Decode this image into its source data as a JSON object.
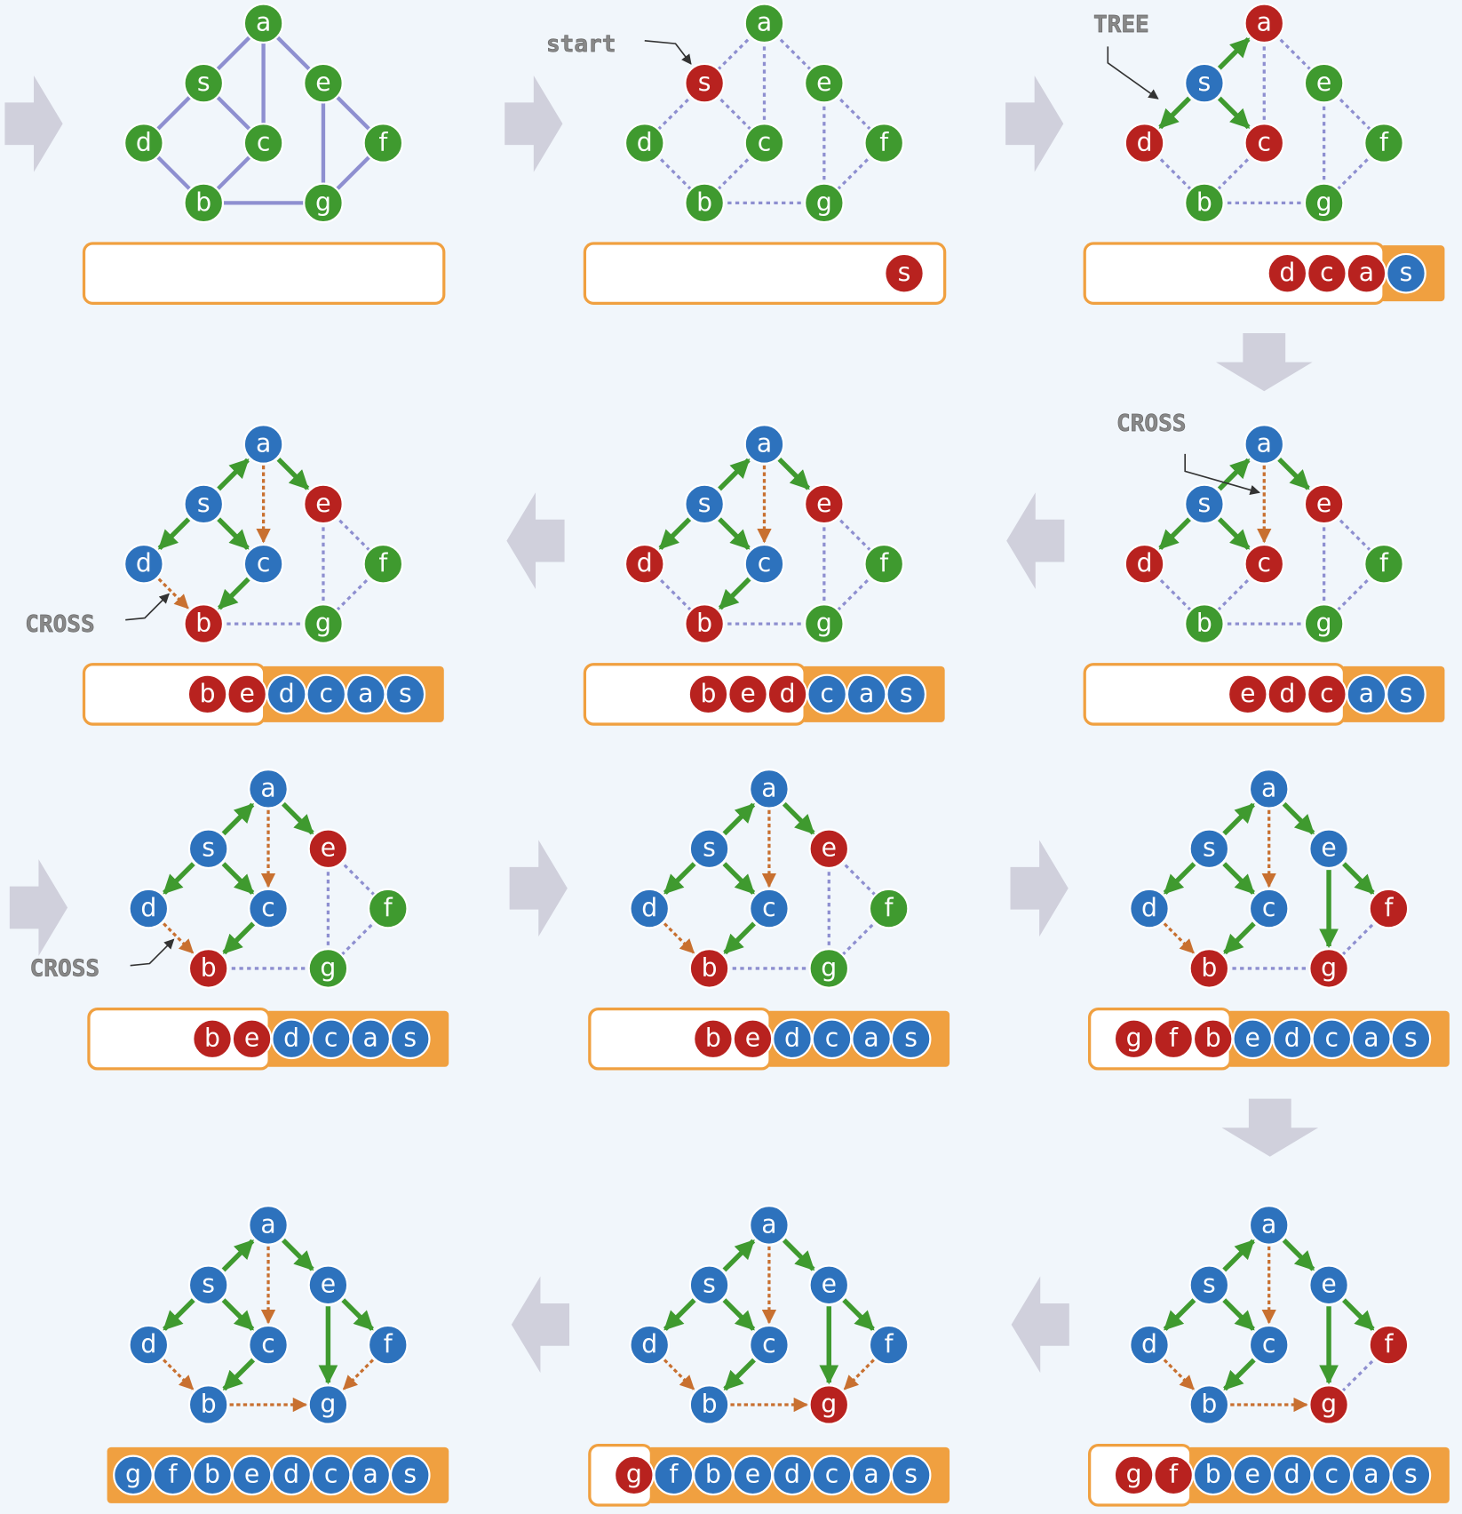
{
  "colors": {
    "unvisited": "#3f9a2f",
    "frontier": "#b8221f",
    "visited": "#2d72bd",
    "queue_border": "#f0a040",
    "queue_fill": "#f0a040",
    "tree_edge": "#3f9a2f",
    "cross_edge": "#c87030",
    "graph_edge": "#8e8fd0",
    "arrow": "#d0d0dc"
  },
  "node_labels": [
    "a",
    "s",
    "e",
    "d",
    "c",
    "f",
    "b",
    "g"
  ],
  "edges": [
    [
      "a",
      "s"
    ],
    [
      "a",
      "c"
    ],
    [
      "a",
      "e"
    ],
    [
      "s",
      "d"
    ],
    [
      "s",
      "c"
    ],
    [
      "d",
      "b"
    ],
    [
      "c",
      "b"
    ],
    [
      "b",
      "g"
    ],
    [
      "e",
      "g"
    ],
    [
      "e",
      "f"
    ],
    [
      "f",
      "g"
    ]
  ],
  "annotations": {
    "start": "start",
    "tree": "TREE",
    "cross": "CROSS"
  },
  "panels": [
    {
      "step": 1,
      "style": "plain",
      "nodes": {
        "a": "unvisited",
        "s": "unvisited",
        "e": "unvisited",
        "d": "unvisited",
        "c": "unvisited",
        "f": "unvisited",
        "b": "unvisited",
        "g": "unvisited"
      },
      "tree": [],
      "cross": [],
      "queue": []
    },
    {
      "step": 2,
      "annotation": "start",
      "nodes": {
        "a": "unvisited",
        "s": "frontier",
        "e": "unvisited",
        "d": "unvisited",
        "c": "unvisited",
        "f": "unvisited",
        "b": "unvisited",
        "g": "unvisited"
      },
      "tree": [],
      "cross": [],
      "queue": [
        [
          "s",
          "frontier"
        ]
      ]
    },
    {
      "step": 3,
      "annotation": "tree",
      "nodes": {
        "a": "frontier",
        "s": "visited",
        "e": "unvisited",
        "d": "frontier",
        "c": "frontier",
        "f": "unvisited",
        "b": "unvisited",
        "g": "unvisited"
      },
      "tree": [
        [
          "s",
          "a"
        ],
        [
          "s",
          "d"
        ],
        [
          "s",
          "c"
        ]
      ],
      "cross": [],
      "queue": [
        [
          "d",
          "frontier"
        ],
        [
          "c",
          "frontier"
        ],
        [
          "a",
          "frontier"
        ],
        [
          "s",
          "visited"
        ]
      ]
    },
    {
      "step": 6,
      "annotation": "cross",
      "nodes": {
        "a": "visited",
        "s": "visited",
        "e": "frontier",
        "d": "visited",
        "c": "visited",
        "f": "unvisited",
        "b": "frontier",
        "g": "unvisited"
      },
      "tree": [
        [
          "s",
          "a"
        ],
        [
          "s",
          "d"
        ],
        [
          "s",
          "c"
        ],
        [
          "a",
          "e"
        ],
        [
          "c",
          "b"
        ]
      ],
      "cross": [
        [
          "a",
          "c"
        ],
        [
          "d",
          "b"
        ]
      ],
      "queue": [
        [
          "b",
          "frontier"
        ],
        [
          "e",
          "frontier"
        ],
        [
          "d",
          "visited"
        ],
        [
          "c",
          "visited"
        ],
        [
          "a",
          "visited"
        ],
        [
          "s",
          "visited"
        ]
      ]
    },
    {
      "step": 5,
      "nodes": {
        "a": "visited",
        "s": "visited",
        "e": "frontier",
        "d": "frontier",
        "c": "visited",
        "f": "unvisited",
        "b": "frontier",
        "g": "unvisited"
      },
      "tree": [
        [
          "s",
          "a"
        ],
        [
          "s",
          "d"
        ],
        [
          "s",
          "c"
        ],
        [
          "a",
          "e"
        ],
        [
          "c",
          "b"
        ]
      ],
      "cross": [
        [
          "a",
          "c"
        ]
      ],
      "queue": [
        [
          "b",
          "frontier"
        ],
        [
          "e",
          "frontier"
        ],
        [
          "d",
          "frontier"
        ],
        [
          "c",
          "visited"
        ],
        [
          "a",
          "visited"
        ],
        [
          "s",
          "visited"
        ]
      ]
    },
    {
      "step": 4,
      "annotation": "cross",
      "nodes": {
        "a": "visited",
        "s": "visited",
        "e": "frontier",
        "d": "frontier",
        "c": "frontier",
        "f": "unvisited",
        "b": "unvisited",
        "g": "unvisited"
      },
      "tree": [
        [
          "s",
          "a"
        ],
        [
          "s",
          "d"
        ],
        [
          "s",
          "c"
        ],
        [
          "a",
          "e"
        ]
      ],
      "cross": [
        [
          "a",
          "c"
        ]
      ],
      "queue": [
        [
          "e",
          "frontier"
        ],
        [
          "d",
          "frontier"
        ],
        [
          "c",
          "frontier"
        ],
        [
          "a",
          "visited"
        ],
        [
          "s",
          "visited"
        ]
      ]
    },
    {
      "step": 7,
      "annotation": "cross",
      "nodes": {
        "a": "visited",
        "s": "visited",
        "e": "frontier",
        "d": "visited",
        "c": "visited",
        "f": "unvisited",
        "b": "frontier",
        "g": "unvisited"
      },
      "tree": [
        [
          "s",
          "a"
        ],
        [
          "s",
          "d"
        ],
        [
          "s",
          "c"
        ],
        [
          "a",
          "e"
        ],
        [
          "c",
          "b"
        ]
      ],
      "cross": [
        [
          "a",
          "c"
        ],
        [
          "d",
          "b"
        ]
      ],
      "queue": [
        [
          "b",
          "frontier"
        ],
        [
          "e",
          "frontier"
        ],
        [
          "d",
          "visited"
        ],
        [
          "c",
          "visited"
        ],
        [
          "a",
          "visited"
        ],
        [
          "s",
          "visited"
        ]
      ]
    },
    {
      "step": 8,
      "nodes": {
        "a": "visited",
        "s": "visited",
        "e": "frontier",
        "d": "visited",
        "c": "visited",
        "f": "unvisited",
        "b": "frontier",
        "g": "unvisited"
      },
      "tree": [
        [
          "s",
          "a"
        ],
        [
          "s",
          "d"
        ],
        [
          "s",
          "c"
        ],
        [
          "a",
          "e"
        ],
        [
          "c",
          "b"
        ]
      ],
      "cross": [
        [
          "a",
          "c"
        ],
        [
          "d",
          "b"
        ]
      ],
      "queue": [
        [
          "b",
          "frontier"
        ],
        [
          "e",
          "frontier"
        ],
        [
          "d",
          "visited"
        ],
        [
          "c",
          "visited"
        ],
        [
          "a",
          "visited"
        ],
        [
          "s",
          "visited"
        ]
      ]
    },
    {
      "step": 9,
      "nodes": {
        "a": "visited",
        "s": "visited",
        "e": "visited",
        "d": "visited",
        "c": "visited",
        "f": "frontier",
        "b": "frontier",
        "g": "frontier"
      },
      "tree": [
        [
          "s",
          "a"
        ],
        [
          "s",
          "d"
        ],
        [
          "s",
          "c"
        ],
        [
          "a",
          "e"
        ],
        [
          "c",
          "b"
        ],
        [
          "e",
          "g"
        ],
        [
          "e",
          "f"
        ]
      ],
      "cross": [
        [
          "a",
          "c"
        ],
        [
          "d",
          "b"
        ]
      ],
      "queue": [
        [
          "g",
          "frontier"
        ],
        [
          "f",
          "frontier"
        ],
        [
          "b",
          "frontier"
        ],
        [
          "e",
          "visited"
        ],
        [
          "d",
          "visited"
        ],
        [
          "c",
          "visited"
        ],
        [
          "a",
          "visited"
        ],
        [
          "s",
          "visited"
        ]
      ]
    },
    {
      "step": 12,
      "nodes": {
        "a": "visited",
        "s": "visited",
        "e": "visited",
        "d": "visited",
        "c": "visited",
        "f": "visited",
        "b": "visited",
        "g": "visited"
      },
      "tree": [
        [
          "s",
          "a"
        ],
        [
          "s",
          "d"
        ],
        [
          "s",
          "c"
        ],
        [
          "a",
          "e"
        ],
        [
          "c",
          "b"
        ],
        [
          "e",
          "g"
        ],
        [
          "e",
          "f"
        ]
      ],
      "cross": [
        [
          "a",
          "c"
        ],
        [
          "d",
          "b"
        ],
        [
          "b",
          "g"
        ],
        [
          "f",
          "g"
        ]
      ],
      "queue": [
        [
          "g",
          "visited"
        ],
        [
          "f",
          "visited"
        ],
        [
          "b",
          "visited"
        ],
        [
          "e",
          "visited"
        ],
        [
          "d",
          "visited"
        ],
        [
          "c",
          "visited"
        ],
        [
          "a",
          "visited"
        ],
        [
          "s",
          "visited"
        ]
      ]
    },
    {
      "step": 11,
      "nodes": {
        "a": "visited",
        "s": "visited",
        "e": "visited",
        "d": "visited",
        "c": "visited",
        "f": "visited",
        "b": "visited",
        "g": "frontier"
      },
      "tree": [
        [
          "s",
          "a"
        ],
        [
          "s",
          "d"
        ],
        [
          "s",
          "c"
        ],
        [
          "a",
          "e"
        ],
        [
          "c",
          "b"
        ],
        [
          "e",
          "g"
        ],
        [
          "e",
          "f"
        ]
      ],
      "cross": [
        [
          "a",
          "c"
        ],
        [
          "d",
          "b"
        ],
        [
          "b",
          "g"
        ],
        [
          "f",
          "g"
        ]
      ],
      "queue": [
        [
          "g",
          "frontier"
        ],
        [
          "f",
          "visited"
        ],
        [
          "b",
          "visited"
        ],
        [
          "e",
          "visited"
        ],
        [
          "d",
          "visited"
        ],
        [
          "c",
          "visited"
        ],
        [
          "a",
          "visited"
        ],
        [
          "s",
          "visited"
        ]
      ]
    },
    {
      "step": 10,
      "nodes": {
        "a": "visited",
        "s": "visited",
        "e": "visited",
        "d": "visited",
        "c": "visited",
        "f": "frontier",
        "b": "visited",
        "g": "frontier"
      },
      "tree": [
        [
          "s",
          "a"
        ],
        [
          "s",
          "d"
        ],
        [
          "s",
          "c"
        ],
        [
          "a",
          "e"
        ],
        [
          "c",
          "b"
        ],
        [
          "e",
          "g"
        ],
        [
          "e",
          "f"
        ]
      ],
      "cross": [
        [
          "a",
          "c"
        ],
        [
          "d",
          "b"
        ],
        [
          "b",
          "g"
        ]
      ],
      "queue": [
        [
          "g",
          "frontier"
        ],
        [
          "f",
          "frontier"
        ],
        [
          "b",
          "visited"
        ],
        [
          "e",
          "visited"
        ],
        [
          "d",
          "visited"
        ],
        [
          "c",
          "visited"
        ],
        [
          "a",
          "visited"
        ],
        [
          "s",
          "visited"
        ]
      ]
    }
  ]
}
